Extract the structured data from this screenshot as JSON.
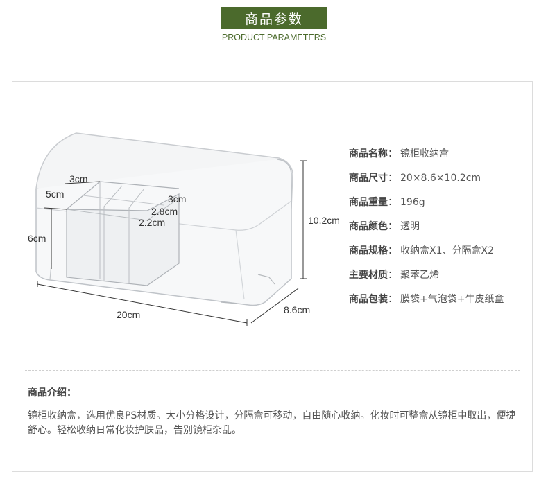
{
  "header": {
    "title": "商品参数",
    "subtitle": "PRODUCT PARAMETERS"
  },
  "product_image": {
    "dimensions": {
      "top_slot_width": "3cm",
      "left_slot_depth": "5cm",
      "side_slot_width": "3cm",
      "slot_a": "2.8cm",
      "slot_b": "2.2cm",
      "front_height": "6cm",
      "total_height": "10.2cm",
      "length": "20cm",
      "depth": "8.6cm"
    }
  },
  "specs": {
    "separator": "：",
    "items": [
      {
        "label": "商品名称",
        "value": "镜柜收纳盒"
      },
      {
        "label": "商品尺寸",
        "value": "20×8.6×10.2cm"
      },
      {
        "label": "商品重量",
        "value": "196g"
      },
      {
        "label": "商品颜色",
        "value": "透明"
      },
      {
        "label": "商品规格",
        "value": "收纳盒X1、分隔盒X2"
      },
      {
        "label": "主要材质",
        "value": "聚苯乙烯"
      },
      {
        "label": "商品包装",
        "value": "膜袋+气泡袋+牛皮纸盒"
      }
    ]
  },
  "intro": {
    "title": "商品介绍：",
    "text": "镜柜收纳盒，选用优良PS材质。大小分格设计，分隔盒可移动，自由随心收纳。化妆时可整盒从镜柜中取出，便捷舒心。轻松收纳日常化妆护肤品，告别镜柜杂乱。"
  },
  "colors": {
    "accent": "#4b6a2c",
    "frame_border": "#dcdcdc"
  }
}
